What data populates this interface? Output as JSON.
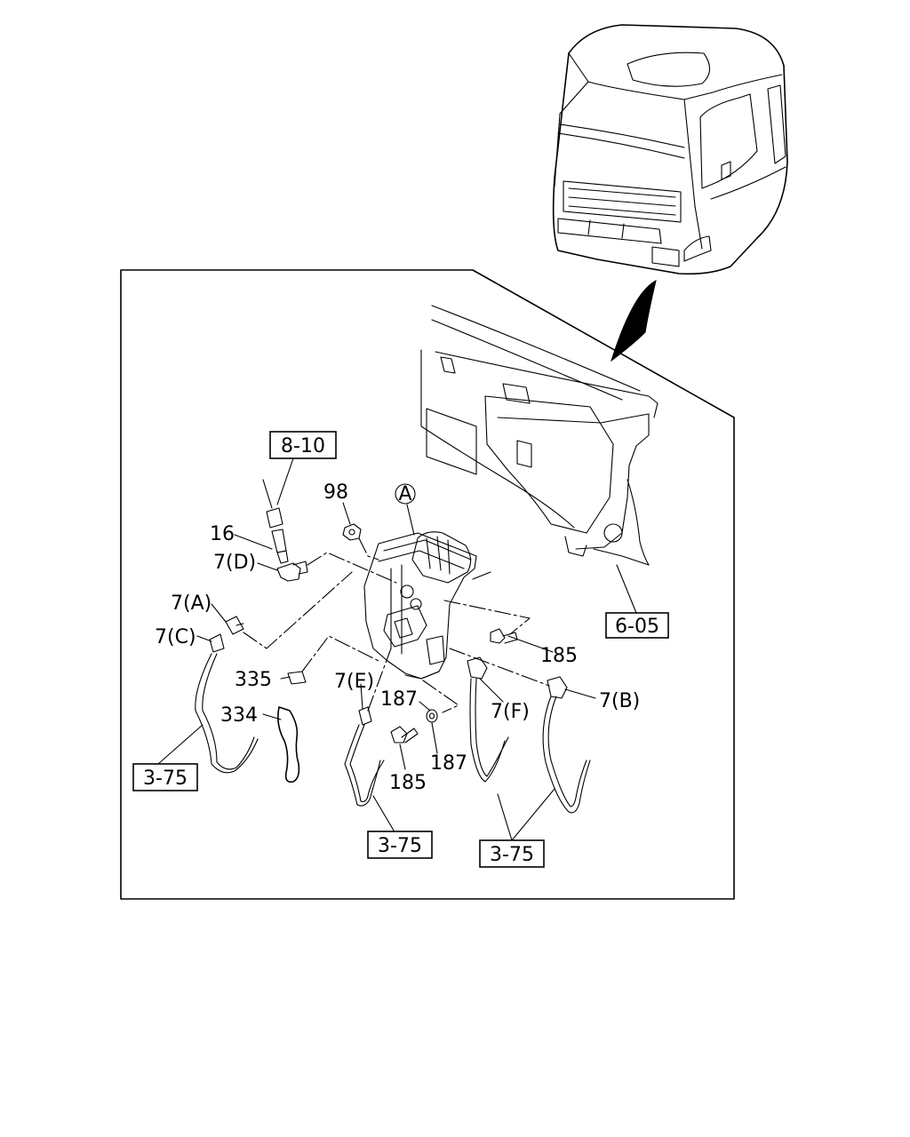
{
  "callouts": {
    "ref_8_10": "8-10",
    "ref_6_05": "6-05",
    "ref_3_75_left": "3-75",
    "ref_3_75_center": "3-75",
    "ref_3_75_right": "3-75",
    "p98": "98",
    "pA": "A",
    "p16": "16",
    "p7D": "7(D)",
    "p7A": "7(A)",
    "p7C": "7(C)",
    "p185_right": "185",
    "p335": "335",
    "p7E": "7(E)",
    "p187_top": "187",
    "p334": "334",
    "p7F": "7(F)",
    "p7B": "7(B)",
    "p187_bottom": "187",
    "p185_bottom": "185"
  }
}
